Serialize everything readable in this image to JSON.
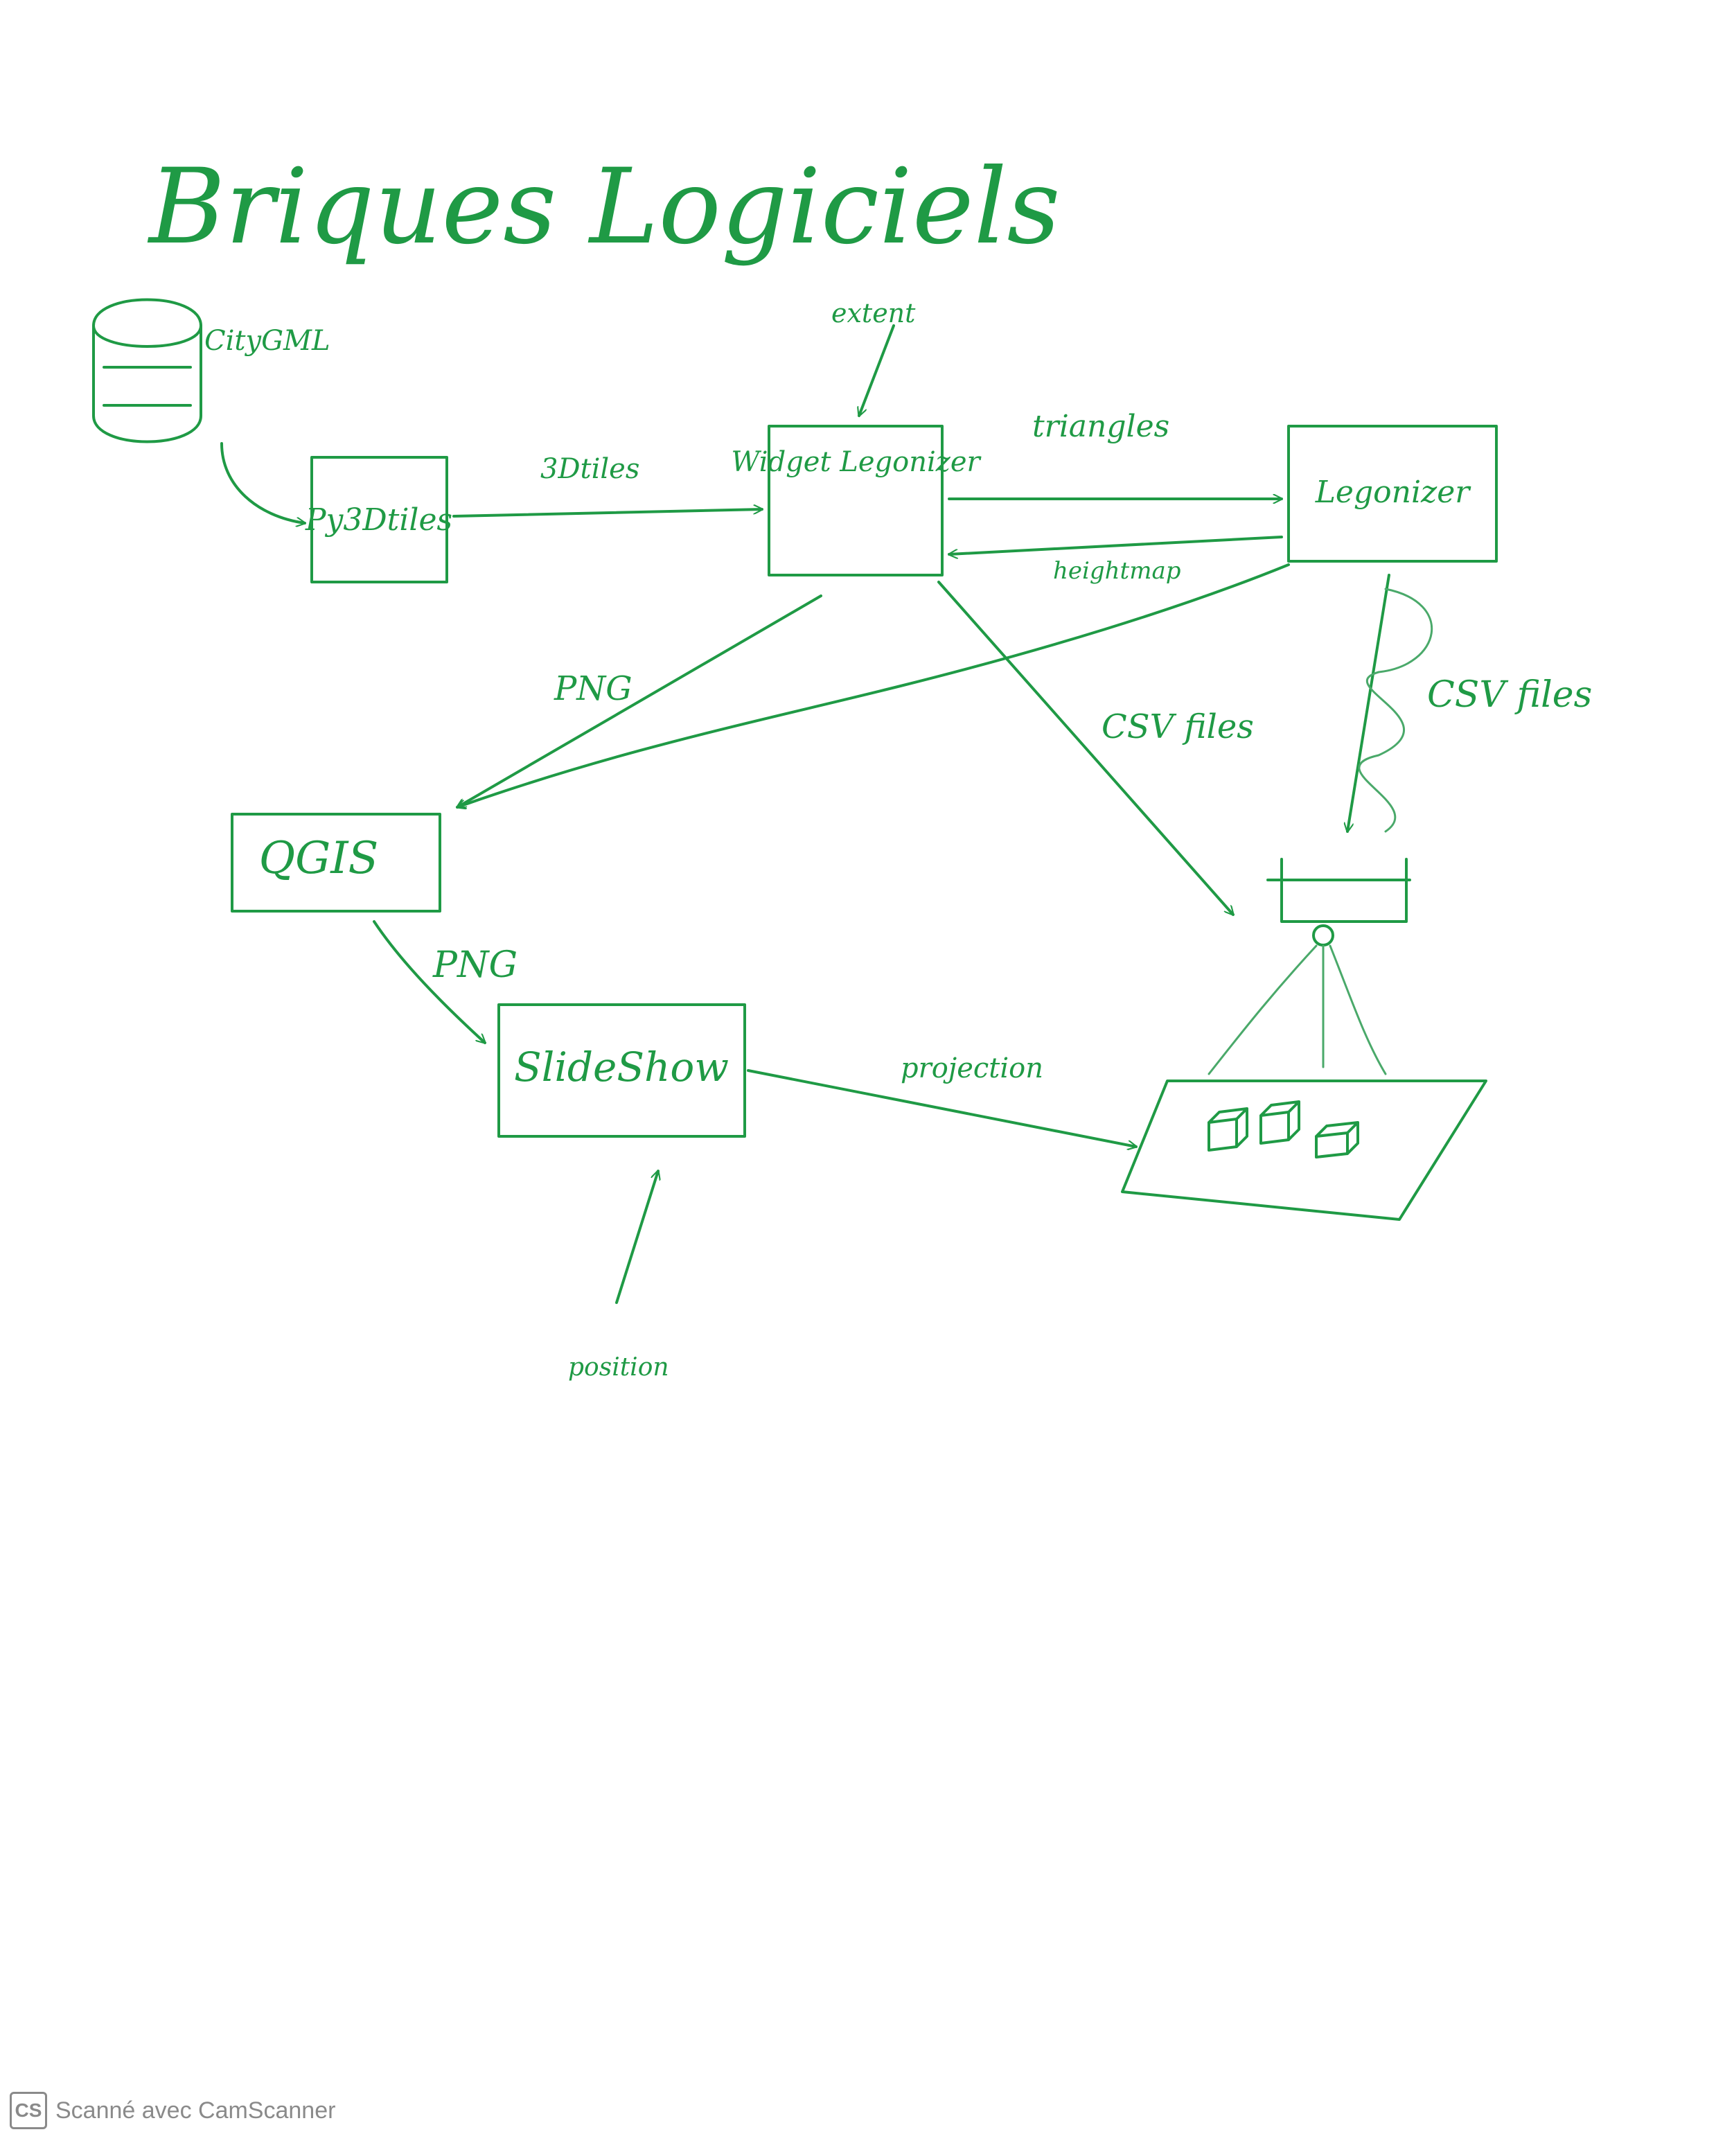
{
  "title": "Briques Logiciels",
  "colors": {
    "ink": "#1f9a45",
    "watermark": "#8a8a8a"
  },
  "nodes": {
    "citygml": "CityGML",
    "py3dtiles": "Py3Dtiles",
    "widget": "Widget Legonizer",
    "legonizer": "Legonizer",
    "qgis": "QGIS",
    "slideshow": "SlideShow"
  },
  "edges": {
    "tiles": "3Dtiles",
    "triangles": "triangles",
    "heightmap": "heightmap",
    "png_widget_qgis": "PNG",
    "csv_widget": "CSV files",
    "csv_legonizer": "CSV files",
    "png_qgis_slideshow": "PNG",
    "projection": "projection",
    "extent": "extent",
    "position": "position"
  },
  "icons": {
    "database": "database-icon",
    "projector": "projector-icon",
    "table": "lego-table-icon"
  },
  "watermark": {
    "logo": "CS",
    "text": "Scanné avec CamScanner"
  }
}
